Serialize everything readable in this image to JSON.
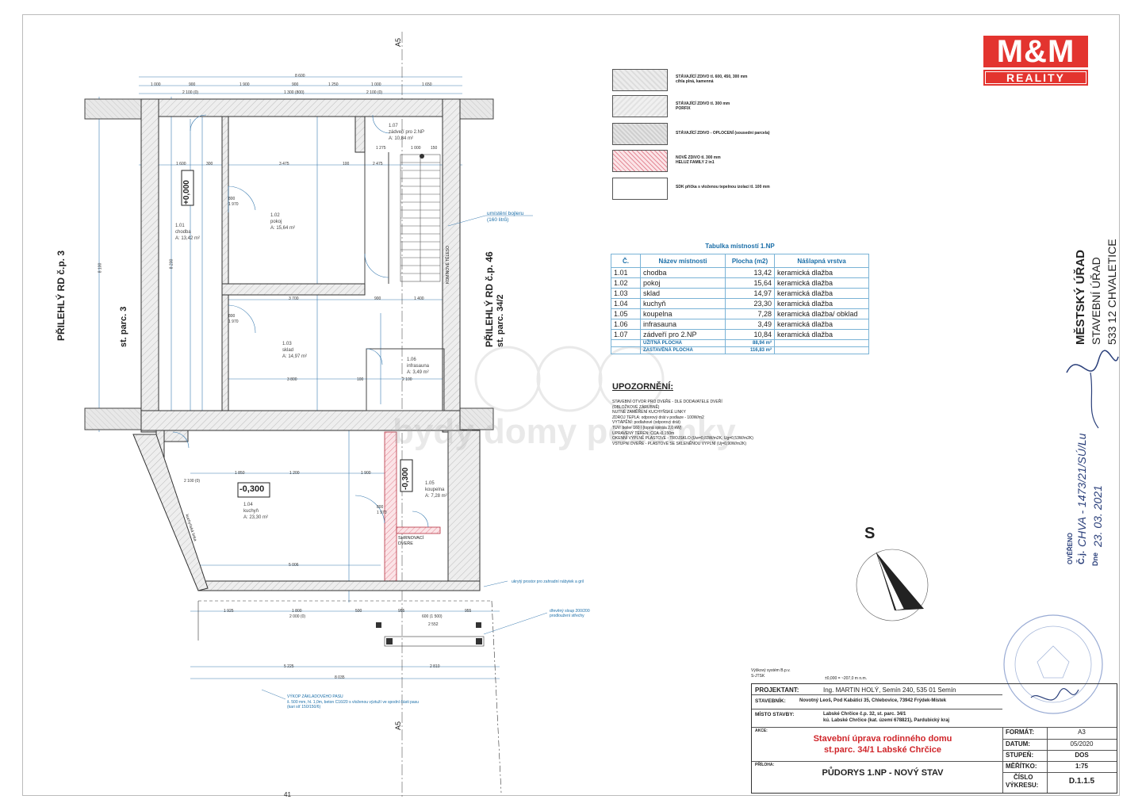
{
  "logo": {
    "top": "M&M",
    "bottom": "REALITY"
  },
  "neighbors": {
    "left_line1": "PŘILEHLÝ RD č.p. 3",
    "left_line2": "st. parc. 3",
    "right_line1": "PŘILEHLÝ RD č.p. 46",
    "right_line2": "st. parc. 34/2"
  },
  "section_marks": {
    "top": "A5",
    "bottom": "A5"
  },
  "levels": {
    "upper": "+0,000",
    "kitchen": "-0,300",
    "bath": "-0,300"
  },
  "rooms": [
    {
      "id": "1.01",
      "name": "chodba",
      "area": "A: 13,42 m²"
    },
    {
      "id": "1.02",
      "name": "pokoj",
      "area": "A: 15,64 m²"
    },
    {
      "id": "1.03",
      "name": "sklad",
      "area": "A: 14,97 m²"
    },
    {
      "id": "1.04",
      "name": "kuchyň",
      "area": "A: 23,30 m²"
    },
    {
      "id": "1.05",
      "name": "koupelna",
      "area": "A: 7,28 m²"
    },
    {
      "id": "1.06",
      "name": "infrasauna",
      "area": "A: 3,49 m²"
    },
    {
      "id": "1.07",
      "name": "zádveří pro 2.NP",
      "area": "A: 10,84 m²"
    }
  ],
  "plan_labels": {
    "boiler": "umístění bojleru",
    "boiler2": "(160 litrů)",
    "chimney": "KOMÍNOVÉ TĚLESO",
    "shutter1": "SHRNOVACÍ",
    "shutter2": "DVEŘE",
    "kitchen_line": "kuchyňská linka",
    "note_garden": "ukrytý prostor pro zahradní nábytek a gril",
    "note_column1": "dřevěný sloup 200/200",
    "note_column2": "prodloužení střechy",
    "foundation1": "VÝKOP ZÁKLADOVÉHO PASU",
    "foundation2": "š. 500 mm, hl. 1,0m, beton C16/20 s vloženou výztuží ve spodní části pasu",
    "foundation3": "(kari síť 150/150/6)",
    "height_system1": "Výškový systém B.p.v.",
    "height_system2": "S-JTSK",
    "height_ref": "±0,000 = ~207,0 m n.m.",
    "page_num": "41"
  },
  "dims": {
    "top_total": "8 600",
    "top_parts": [
      "1 000",
      "900",
      "1 900",
      "900",
      "1 250",
      "1 000",
      "1 650"
    ],
    "top_openings": [
      "2 100 (0)",
      "1 300 (800)",
      "2 100 (0)"
    ],
    "left_total": "8 100",
    "inner_total": "8 200",
    "row1": [
      "1 600",
      "300",
      "3 475",
      "100",
      "2 475"
    ],
    "row2": [
      "3 700",
      "900",
      "1 400"
    ],
    "row3": [
      "3 800",
      "100",
      "2 100"
    ],
    "row4": [
      "1 850",
      "1 200",
      "1 900"
    ],
    "kitchen_w": "5 006",
    "terrace": [
      "1 925",
      "1 800",
      "500",
      "955",
      "600 (1 500)",
      "955"
    ],
    "terrace2": [
      "2 000 (0)",
      "2 552"
    ],
    "bottom1": [
      "5 225",
      "2 810"
    ],
    "bottom_total": "8 035",
    "door_label_a": "800",
    "door_label_b": "1 970",
    "stair": [
      "1 275",
      "1 000",
      "150"
    ]
  },
  "legend": [
    {
      "text": "STÁVAJÍCÍ ZDIVO tl. 600, 450, 300 mm",
      "text2": "cihla plná, kamenná",
      "color": "#d9d9d9"
    },
    {
      "text": "STÁVAJÍCÍ ZDIVO tl. 300 mm",
      "text2": "PORFIX",
      "color": "#e6e6e6"
    },
    {
      "text": "STÁVAJÍCÍ ZDIVO - OPLOCENÍ (sousední parcela)",
      "text2": "",
      "color": "#cfcfcf"
    },
    {
      "text": "NOVÉ ZDIVO tl. 300 mm",
      "text2": "HELUZ FAMILY 2 in1",
      "color": "#e8a0a8"
    },
    {
      "text": "SDK příčka s vloženou tepelnou izolací tl. 100 mm",
      "text2": "",
      "color": "#ffffff"
    }
  ],
  "room_table": {
    "title": "Tabulka místností 1.NP",
    "headers": [
      "Č.",
      "Název místnosti",
      "Plocha (m2)",
      "Nášlapná vrstva"
    ],
    "rows": [
      [
        "1.01",
        "chodba",
        "13,42",
        "keramická dlažba"
      ],
      [
        "1.02",
        "pokoj",
        "15,64",
        "keramická dlažba"
      ],
      [
        "1.03",
        "sklad",
        "14,97",
        "keramická dlažba"
      ],
      [
        "1.04",
        "kuchyň",
        "23,30",
        "keramická dlažba"
      ],
      [
        "1.05",
        "koupelna",
        "7,28",
        "keramická dlažba/ obklad"
      ],
      [
        "1.06",
        "infrasauna",
        "3,49",
        "keramická dlažba"
      ],
      [
        "1.07",
        "zádveří pro 2.NP",
        "10,84",
        "keramická dlažba"
      ]
    ],
    "useful_label": "UŽITNÁ PLOCHA",
    "useful_value": "88,94 m²",
    "built_label": "ZASTAVĚNÁ PLOCHA",
    "built_value": "116,83 m²"
  },
  "notice": {
    "title": "UPOZORNĚNÍ:",
    "lines": [
      "STAVEBNÍ OTVOR PRO DVEŘE - DLE DODAVATELE DVEŘÍ",
      "(OBLOŽKOVÉ ZÁRUBNĚ)",
      "NUTNÉ ZAMĚŘENÍ KUCHYŇSKÉ LINKY",
      "ZDROJ TEPLA: odporový drát v podlaze - 100W/m2",
      "VYTÁPĚNÍ: podlahové (odporový drát)",
      "TUV: boiler 160 l (topná spirála 2,0 kW)",
      "UPRAVENÝ TERÉN: CCA -0,150m",
      "OKENNÍ VÝPLNĚ PLASTOVÉ - TROJSKLO (Uw=0,83W/m2K, Ug=0,53W/m2K)",
      "VSTUPNÍ DVEŘE - PLASTOVÉ SE SKLENĚNOU VÝPLNÍ (Uj=0,90W/m2K)"
    ]
  },
  "north": "S",
  "office_stamp": {
    "line1": "MĚSTSKÝ ÚŘAD",
    "line2": "STAVEBNÍ ÚŘAD",
    "line3": "533 12 CHVALETICE"
  },
  "verified_stamp": {
    "label": "OVĚŘENO",
    "ref_label": "Č.j.",
    "ref": "CHVA - 1473/21/SÚ/Lu",
    "date_label": "Dne",
    "date": "23. 03. 2021"
  },
  "title_block": {
    "designer_label": "PROJEKTANT:",
    "designer": "Ing. MARTIN HOLÝ, Semín 240, 535 01 Semín",
    "builder_label": "STAVEBNÍK:",
    "builder": "Novotný Leoš, Pod Kabáticí 35, Chlebovice, 73942 Frýdek-Místek",
    "site_label": "MÍSTO STAVBY:",
    "site1": "Labské Chrčice č.p. 32, st. parc. 34/1",
    "site2": "kú. Labské Chrčice (kat. území 678821), Pardubický kraj",
    "action_label": "AKCE:",
    "action1": "Stavební úprava rodinného domu",
    "action2": "st.parc. 34/1 Labské Chrčice",
    "attachment_label": "PŘÍLOHA:",
    "attachment": "PŮDORYS 1.NP - NOVÝ STAV",
    "format_label": "FORMÁT:",
    "format": "A3",
    "date_label": "DATUM:",
    "date": "05/2020",
    "stage_label": "STUPEŇ:",
    "stage": "DOS",
    "scale_label": "MĚŘÍTKO:",
    "scale": "1:75",
    "drawing_label1": "ČÍSLO",
    "drawing_label2": "VÝKRESU:",
    "drawing": "D.1.1.5"
  },
  "watermark": "bydy domy pozemky"
}
